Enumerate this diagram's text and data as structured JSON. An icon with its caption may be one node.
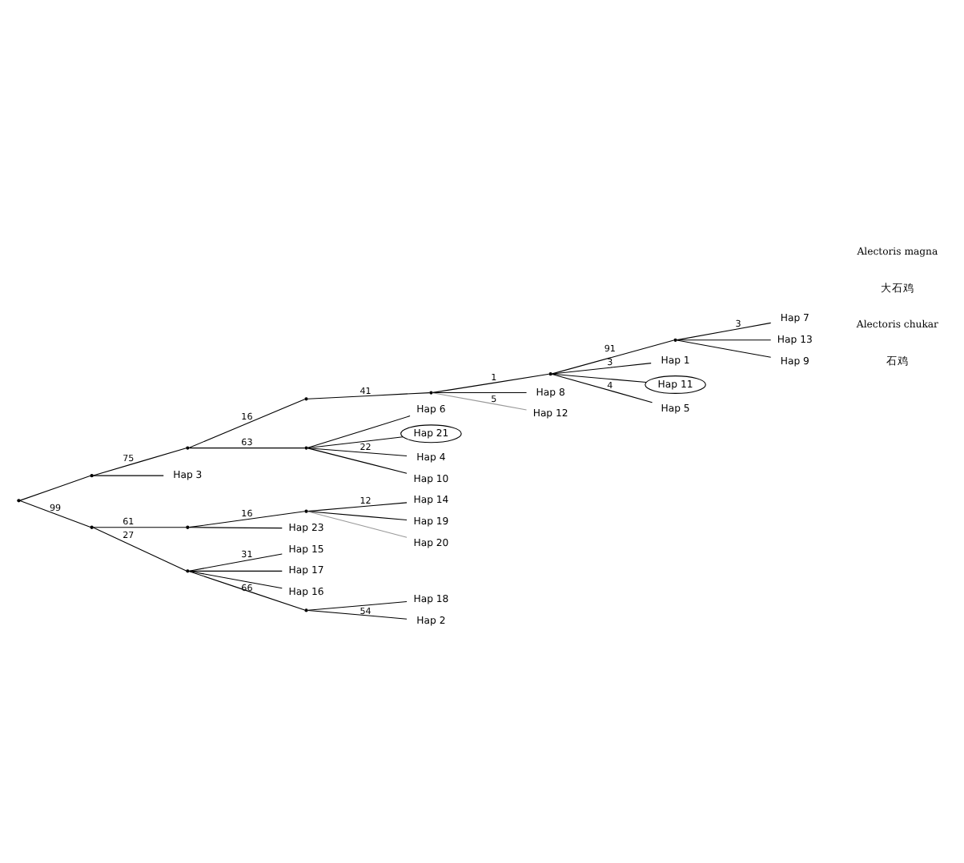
{
  "diagram": {
    "nodes": [
      {
        "text": [
          "Hap 7"
        ]
      },
      {
        "text": [
          "Hap 13"
        ]
      },
      {
        "text": [
          "Hap 9"
        ]
      },
      {
        "text": [
          "Hap 1"
        ]
      },
      {
        "text": [
          "Hap 11"
        ]
      },
      {
        "text": [
          "Hap 5"
        ]
      },
      {
        "text": [
          "Hap 8"
        ]
      },
      {
        "text": [
          "Hap 12"
        ]
      },
      {
        "text": [
          "Hap 6"
        ]
      },
      {
        "text": [
          "Hap 21"
        ]
      },
      {
        "text": [
          "Hap 4"
        ]
      },
      {
        "text": [
          "Hap 10"
        ]
      },
      {
        "text": [
          "Hap 3"
        ]
      },
      {
        "text": [
          "Hap 14"
        ]
      },
      {
        "text": [
          "Hap 19"
        ]
      },
      {
        "text": [
          "Hap 20"
        ]
      },
      {
        "text": [
          "Hap 23"
        ]
      },
      {
        "text": [
          "Hap 15"
        ]
      },
      {
        "text": [
          "Hap 17"
        ]
      },
      {
        "text": [
          "Hap 16"
        ]
      },
      {
        "text": [
          "Hap 18"
        ]
      },
      {
        "text": [
          "Hap 2"
        ]
      },
      {
        "text": [],
        "shape": "point"
      },
      {
        "text": [],
        "shape": "point"
      },
      {
        "text": [],
        "shape": "point"
      },
      {
        "text": [],
        "shape": "point"
      },
      {
        "text": [],
        "shape": "point"
      },
      {
        "text": [],
        "shape": "point"
      },
      {
        "text": [],
        "shape": "point"
      },
      {
        "text": [],
        "shape": "point"
      },
      {
        "text": [],
        "shape": "point"
      },
      {
        "text": [],
        "shape": "point"
      },
      {
        "text": [],
        "shape": "point"
      },
      {
        "text": [],
        "shape": "point"
      },
      {
        "text": [],
        "shape": "point"
      }
    ],
    "edges": [
      {
        "from": 22,
        "to": 23,
        "arrow": "none"
      },
      {
        "from": 22,
        "to": 30,
        "arrow": "none",
        "label": "99"
      },
      {
        "from": 23,
        "to": 24,
        "arrow": "none",
        "label": "75"
      },
      {
        "from": 23,
        "to": 12,
        "arrow": "none"
      },
      {
        "from": 24,
        "to": 25,
        "arrow": "none",
        "label": "16"
      },
      {
        "from": 24,
        "to": 29,
        "arrow": "none",
        "label": "63"
      },
      {
        "from": 25,
        "to": 26,
        "arrow": "none",
        "label": "41"
      },
      {
        "from": 26,
        "to": 27,
        "arrow": "none",
        "label": "1"
      },
      {
        "from": 26,
        "to": 6,
        "arrow": "none"
      },
      {
        "from": 26,
        "to": 7,
        "arrow": "none",
        "label": "5",
        "color": "#999999"
      },
      {
        "from": 27,
        "to": 28,
        "arrow": "none",
        "label": "91"
      },
      {
        "from": 27,
        "to": 3,
        "arrow": "none",
        "label": "3"
      },
      {
        "from": 27,
        "to": 4,
        "arrow": "none"
      },
      {
        "from": 27,
        "to": 5,
        "arrow": "none",
        "label": "4"
      },
      {
        "from": 28,
        "to": 0,
        "arrow": "none",
        "label": "3"
      },
      {
        "from": 28,
        "to": 1,
        "arrow": "none"
      },
      {
        "from": 28,
        "to": 2,
        "arrow": "none"
      },
      {
        "from": 29,
        "to": 8,
        "arrow": "none"
      },
      {
        "from": 29,
        "to": 9,
        "arrow": "none"
      },
      {
        "from": 29,
        "to": 10,
        "arrow": "none",
        "label": "22"
      },
      {
        "from": 29,
        "to": 11,
        "arrow": "none"
      },
      {
        "from": 30,
        "to": 31,
        "arrow": "none",
        "label": "61"
      },
      {
        "from": 30,
        "to": 33,
        "arrow": "none",
        "label": "27"
      },
      {
        "from": 31,
        "to": 32,
        "arrow": "none",
        "label": "16"
      },
      {
        "from": 31,
        "to": 16,
        "arrow": "none"
      },
      {
        "from": 32,
        "to": 13,
        "arrow": "none",
        "label": "12"
      },
      {
        "from": 32,
        "to": 14,
        "arrow": "none"
      },
      {
        "from": 32,
        "to": 15,
        "arrow": "none",
        "color": "#999999"
      },
      {
        "from": 33,
        "to": 17,
        "arrow": "none",
        "label": "31"
      },
      {
        "from": 33,
        "to": 18,
        "arrow": "none"
      },
      {
        "from": 33,
        "to": 19,
        "arrow": "none"
      },
      {
        "from": 33,
        "to": 34,
        "arrow": "none",
        "label": "66"
      },
      {
        "from": 34,
        "to": 20,
        "arrow": "none"
      },
      {
        "from": 34,
        "to": 21,
        "arrow": "none",
        "label": "54"
      }
    ],
    "labels": [
      "石鸡",
      "Alectoris chukar",
      "大石鸡",
      "Alectoris magna"
    ]
  }
}
